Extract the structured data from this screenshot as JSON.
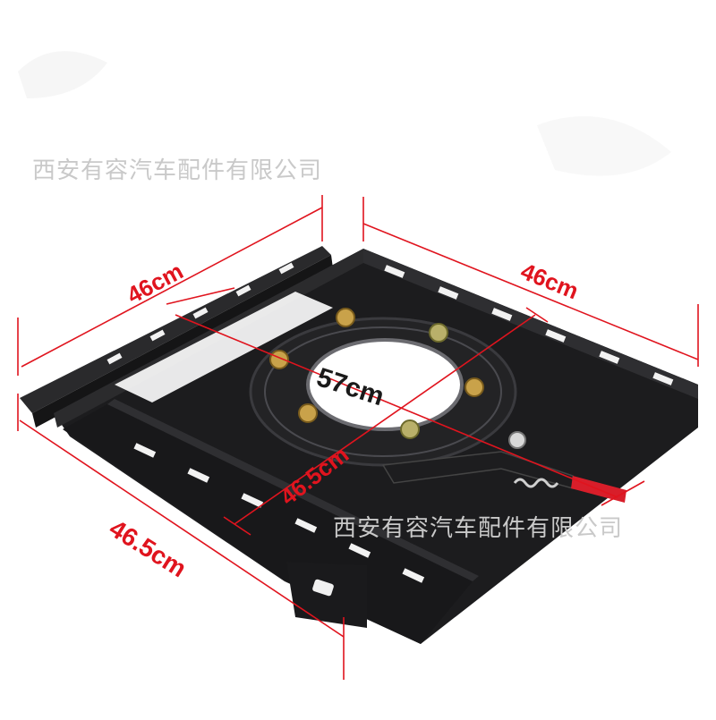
{
  "watermark": {
    "top": "西安有容汽车配件有限公司",
    "bottom": "西安有容汽车配件有限公司"
  },
  "dimensions": {
    "top_left": "46cm",
    "top_right": "46cm",
    "diagonal_long": "57cm",
    "diagonal_short": "46.5cm",
    "bottom_left": "46.5cm"
  },
  "colors": {
    "dimension_line": "#e0141e",
    "plate": "#1b1b1d",
    "bolt": "#c9a24a",
    "handle": "#d81e2a"
  }
}
